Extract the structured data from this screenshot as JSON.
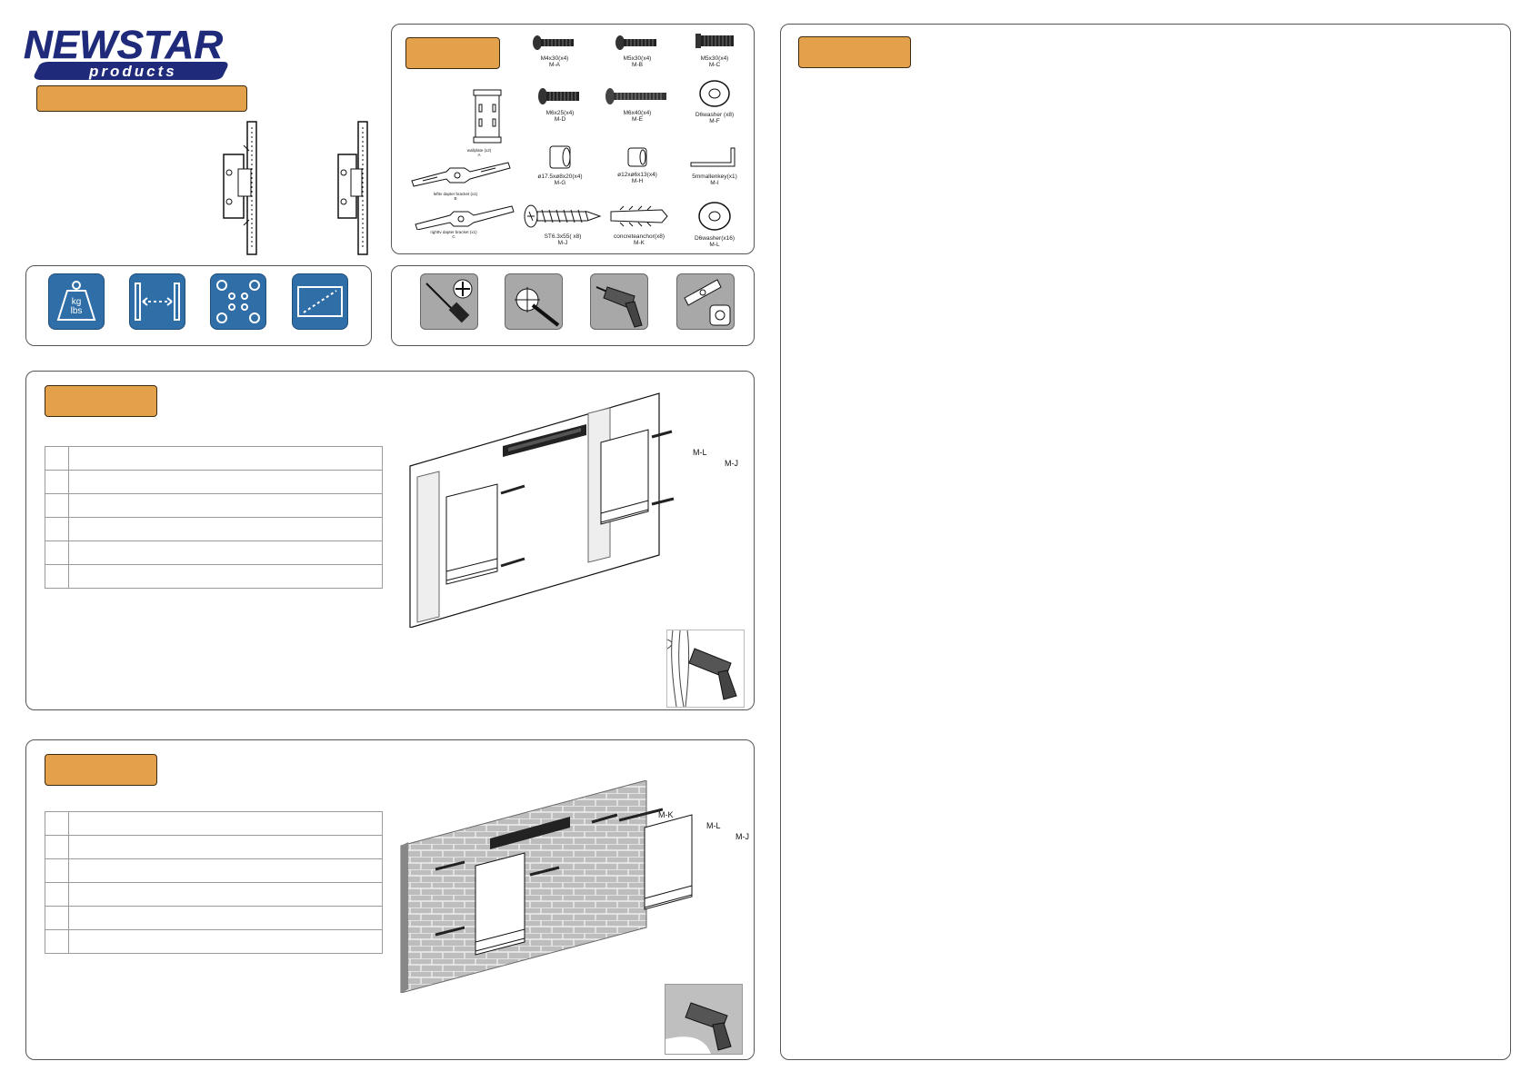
{
  "brand": {
    "name": "NEWSTAR",
    "sub": "products"
  },
  "parts": [
    {
      "label": "M4x30(x4)",
      "code": "M-A",
      "icon": "screw-icon"
    },
    {
      "label": "M5x30(x4)",
      "code": "M-B",
      "icon": "screw-icon"
    },
    {
      "label": "M5x30(x4)",
      "code": "M-C",
      "icon": "screw-icon"
    },
    {
      "label": "M6x25(x4)",
      "code": "M-D",
      "icon": "screw-icon"
    },
    {
      "label": "M6x40(x4)",
      "code": "M-E",
      "icon": "long-screw-icon"
    },
    {
      "label": "D6washer  (x8)",
      "code": "M-F",
      "icon": "washer-icon"
    },
    {
      "label": "ø17.5xø8x20(x4)",
      "code": "M-G",
      "icon": "spacer-icon"
    },
    {
      "label": "ø12xø6x13(x4)",
      "code": "M-H",
      "icon": "spacer-icon"
    },
    {
      "label": "5mmallenkey(x1)",
      "code": "M-I",
      "icon": "allen-key-icon"
    },
    {
      "label": "ST6.3x55(   x8)",
      "code": "M-J",
      "icon": "wood-screw-icon"
    },
    {
      "label": "concreteanchor(x8)",
      "code": "M-K",
      "icon": "anchor-icon"
    },
    {
      "label": "D6washer(x16)",
      "code": "M-L",
      "icon": "washer-icon"
    }
  ],
  "components": [
    {
      "label": "wallplate   (x2)",
      "code": "A"
    },
    {
      "label": "lefttv  dapter bracket  (x1)",
      "code": "B"
    },
    {
      "label": "righttv  dapter bracket  (x1)",
      "code": "C"
    }
  ],
  "spec_icons": [
    "weight-kg-lbs-icon",
    "width-range-icon",
    "vesa-pattern-icon",
    "screen-size-icon"
  ],
  "weight_units": {
    "kg": "kg",
    "lbs": "lbs"
  },
  "tool_icons": [
    "phillips-screwdriver-icon",
    "cross-screwdriver-icon",
    "power-drill-icon",
    "level-tape-icon"
  ],
  "callouts": {
    "wood_washer": "M-L",
    "wood_screw": "M-J",
    "brick_anchor": "M-K",
    "brick_washer": "M-L",
    "brick_screw": "M-J"
  },
  "step_rows": 6
}
